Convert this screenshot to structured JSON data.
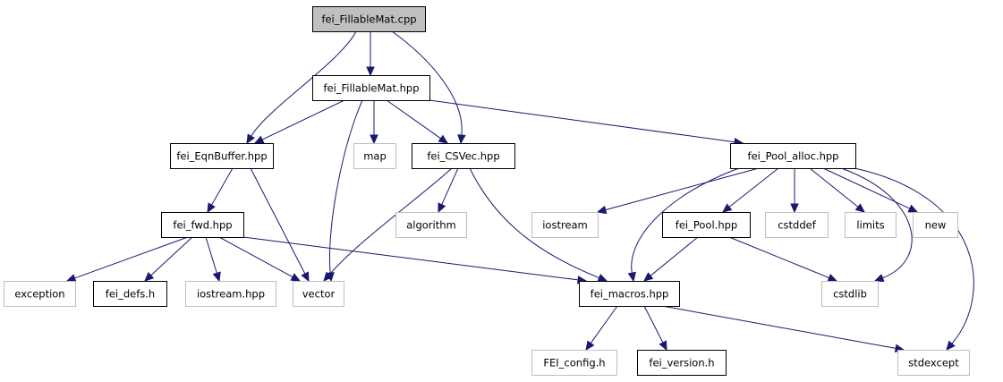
{
  "colors": {
    "edge": "#191970",
    "root_fill": "#bfbfbf",
    "documented_border": "#000000",
    "external_border": "#bfbfbf",
    "background": "#ffffff"
  },
  "nodes": [
    {
      "id": "fei_FillableMat_cpp",
      "label": "fei_FillableMat.cpp",
      "kind": "root"
    },
    {
      "id": "fei_FillableMat_hpp",
      "label": "fei_FillableMat.hpp",
      "kind": "documented"
    },
    {
      "id": "fei_EqnBuffer_hpp",
      "label": "fei_EqnBuffer.hpp",
      "kind": "documented"
    },
    {
      "id": "map",
      "label": "map",
      "kind": "external"
    },
    {
      "id": "fei_CSVec_hpp",
      "label": "fei_CSVec.hpp",
      "kind": "documented"
    },
    {
      "id": "fei_Pool_alloc_hpp",
      "label": "fei_Pool_alloc.hpp",
      "kind": "documented"
    },
    {
      "id": "fei_fwd_hpp",
      "label": "fei_fwd.hpp",
      "kind": "documented"
    },
    {
      "id": "algorithm",
      "label": "algorithm",
      "kind": "external"
    },
    {
      "id": "iostream",
      "label": "iostream",
      "kind": "external"
    },
    {
      "id": "fei_Pool_hpp",
      "label": "fei_Pool.hpp",
      "kind": "documented"
    },
    {
      "id": "cstddef",
      "label": "cstddef",
      "kind": "external"
    },
    {
      "id": "limits",
      "label": "limits",
      "kind": "external"
    },
    {
      "id": "new",
      "label": "new",
      "kind": "external"
    },
    {
      "id": "exception",
      "label": "exception",
      "kind": "external"
    },
    {
      "id": "fei_defs_h",
      "label": "fei_defs.h",
      "kind": "documented"
    },
    {
      "id": "iostream_hpp",
      "label": "iostream.hpp",
      "kind": "external"
    },
    {
      "id": "vector",
      "label": "vector",
      "kind": "external"
    },
    {
      "id": "fei_macros_hpp",
      "label": "fei_macros.hpp",
      "kind": "documented"
    },
    {
      "id": "cstdlib",
      "label": "cstdlib",
      "kind": "external"
    },
    {
      "id": "FEI_config_h",
      "label": "FEI_config.h",
      "kind": "external"
    },
    {
      "id": "fei_version_h",
      "label": "fei_version.h",
      "kind": "documented"
    },
    {
      "id": "stdexcept",
      "label": "stdexcept",
      "kind": "external"
    }
  ],
  "edges": [
    [
      "fei_FillableMat_cpp",
      "fei_FillableMat_hpp"
    ],
    [
      "fei_FillableMat_cpp",
      "fei_EqnBuffer_hpp"
    ],
    [
      "fei_FillableMat_cpp",
      "fei_CSVec_hpp"
    ],
    [
      "fei_FillableMat_hpp",
      "fei_EqnBuffer_hpp"
    ],
    [
      "fei_FillableMat_hpp",
      "vector"
    ],
    [
      "fei_FillableMat_hpp",
      "map"
    ],
    [
      "fei_FillableMat_hpp",
      "fei_CSVec_hpp"
    ],
    [
      "fei_FillableMat_hpp",
      "fei_Pool_alloc_hpp"
    ],
    [
      "fei_EqnBuffer_hpp",
      "fei_fwd_hpp"
    ],
    [
      "fei_EqnBuffer_hpp",
      "vector"
    ],
    [
      "fei_CSVec_hpp",
      "vector"
    ],
    [
      "fei_CSVec_hpp",
      "algorithm"
    ],
    [
      "fei_CSVec_hpp",
      "fei_macros_hpp"
    ],
    [
      "fei_Pool_alloc_hpp",
      "iostream"
    ],
    [
      "fei_Pool_alloc_hpp",
      "fei_macros_hpp"
    ],
    [
      "fei_Pool_alloc_hpp",
      "fei_Pool_hpp"
    ],
    [
      "fei_Pool_alloc_hpp",
      "cstddef"
    ],
    [
      "fei_Pool_alloc_hpp",
      "limits"
    ],
    [
      "fei_Pool_alloc_hpp",
      "new"
    ],
    [
      "fei_Pool_alloc_hpp",
      "cstdlib"
    ],
    [
      "fei_Pool_alloc_hpp",
      "stdexcept"
    ],
    [
      "fei_fwd_hpp",
      "exception"
    ],
    [
      "fei_fwd_hpp",
      "fei_defs_h"
    ],
    [
      "fei_fwd_hpp",
      "iostream_hpp"
    ],
    [
      "fei_fwd_hpp",
      "vector"
    ],
    [
      "fei_fwd_hpp",
      "fei_macros_hpp"
    ],
    [
      "fei_Pool_hpp",
      "fei_macros_hpp"
    ],
    [
      "fei_Pool_hpp",
      "cstdlib"
    ],
    [
      "fei_macros_hpp",
      "FEI_config_h"
    ],
    [
      "fei_macros_hpp",
      "fei_version_h"
    ],
    [
      "fei_macros_hpp",
      "stdexcept"
    ]
  ]
}
